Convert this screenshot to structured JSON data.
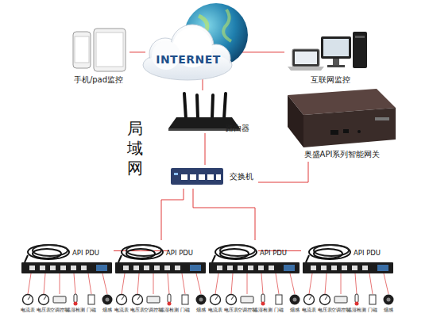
{
  "diagram": {
    "nodes": [
      {
        "text": [
          "INTERNET"
        ]
      },
      {
        "text": [
          "手机/pad监控"
        ]
      },
      {
        "text": [
          "互联网监控"
        ]
      },
      {
        "text": [
          "路由器"
        ]
      },
      {
        "text": [
          "交换机"
        ]
      },
      {
        "text": [
          "奥盛API系列智能网关"
        ]
      },
      {
        "text": [
          "API PDU"
        ]
      },
      {
        "text": [
          "API PDU"
        ]
      },
      {
        "text": [
          "API PDU"
        ]
      },
      {
        "text": [
          "API PDU"
        ]
      }
    ],
    "edges": [
      {
        "from": 1,
        "to": 0,
        "arrow": "none"
      },
      {
        "from": 0,
        "to": 2,
        "arrow": "none"
      },
      {
        "from": 0,
        "to": 3,
        "arrow": "none"
      },
      {
        "from": 3,
        "to": 4,
        "arrow": "none"
      },
      {
        "from": 4,
        "to": 5,
        "arrow": "none"
      },
      {
        "from": 4,
        "to": 6,
        "arrow": "none"
      },
      {
        "from": 4,
        "to": 7,
        "arrow": "none"
      },
      {
        "from": 4,
        "to": 8,
        "arrow": "none"
      },
      {
        "from": 4,
        "to": 9,
        "arrow": "none"
      }
    ],
    "labels": [
      "局域网",
      "电流表",
      "电压表",
      "空调控制",
      "温湿检测",
      "门磁",
      "烟感",
      "电流表",
      "电压表",
      "空调控制",
      "温湿检测",
      "门磁",
      "烟感",
      "电流表",
      "电压表",
      "空调控制",
      "温湿检测",
      "门磁",
      "烟感",
      "电流表",
      "电压表",
      "空调控制",
      "温湿检测",
      "门磁",
      "烟感"
    ]
  }
}
